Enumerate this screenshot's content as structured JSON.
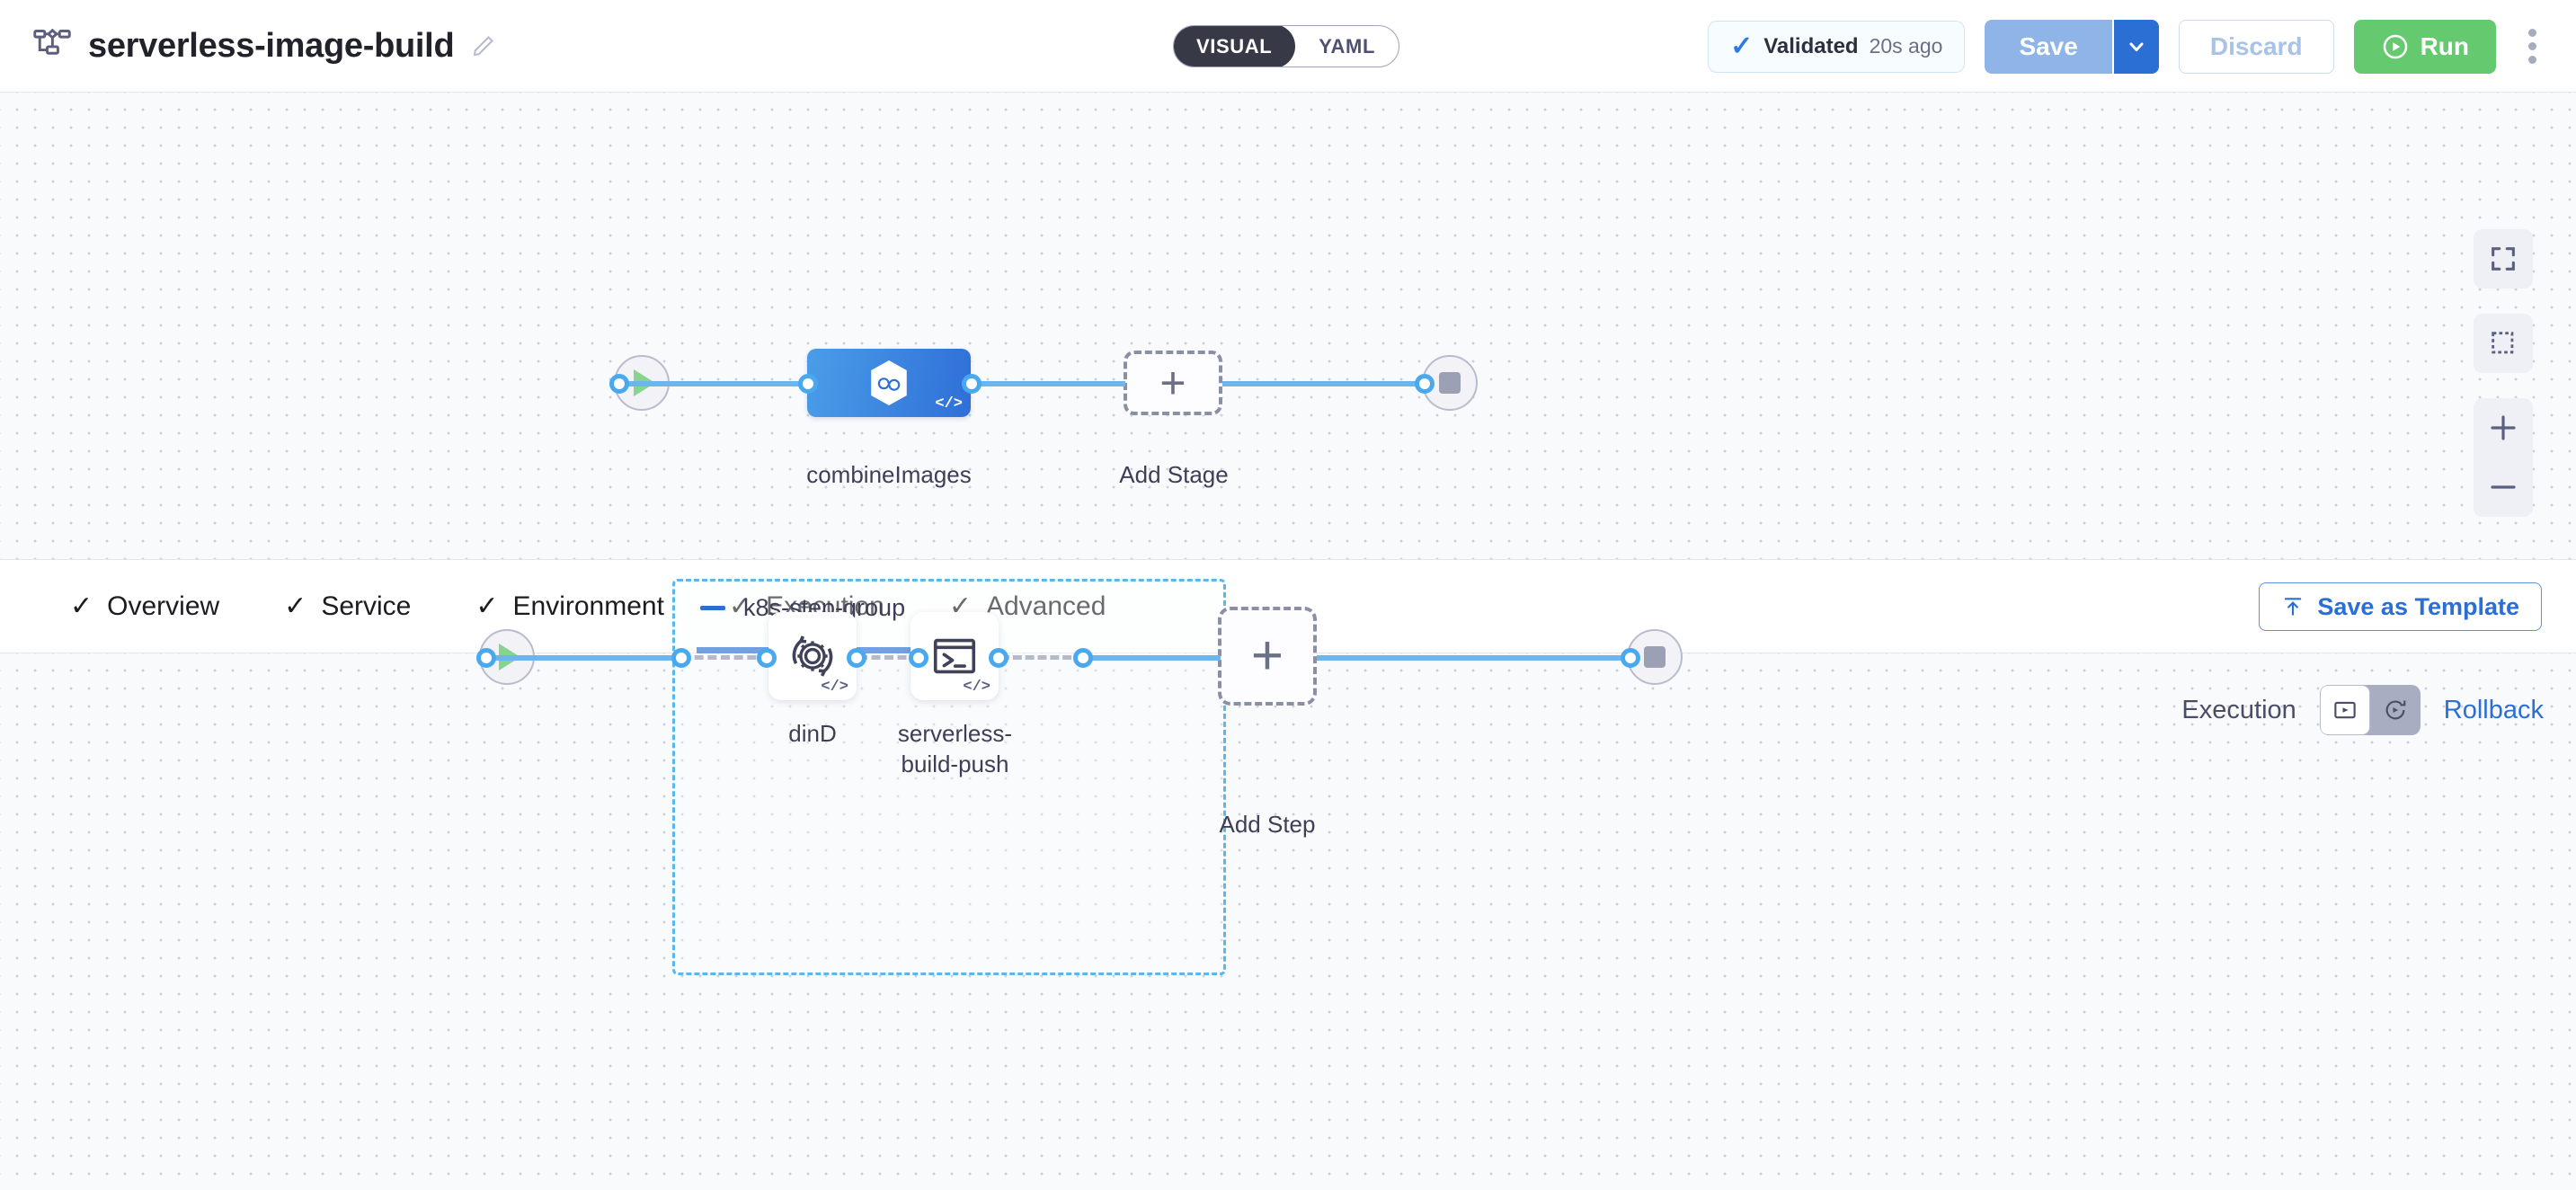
{
  "header": {
    "pipeline_icon": "pipeline-icon",
    "title": "serverless-image-build",
    "edit_icon": "pencil-icon",
    "view_toggle": {
      "options": [
        "VISUAL",
        "YAML"
      ],
      "selected": "VISUAL"
    },
    "validated": {
      "icon": "check-icon",
      "label": "Validated",
      "time": "20s ago"
    },
    "save": {
      "label": "Save",
      "caret_icon": "chevron-down-icon"
    },
    "discard": {
      "label": "Discard"
    },
    "run": {
      "label": "Run",
      "icon": "play-circle-icon"
    },
    "more": {
      "icon": "kebab-menu-icon"
    }
  },
  "canvas_controls": [
    {
      "name": "fullscreen",
      "icon": "fullscreen-icon"
    },
    {
      "name": "select-area",
      "icon": "dashed-square-icon"
    },
    {
      "name": "zoom-in",
      "icon": "plus-icon"
    },
    {
      "name": "zoom-out",
      "icon": "minus-icon"
    }
  ],
  "stage_graph": {
    "start_node": {
      "icon": "play-icon"
    },
    "end_node": {
      "icon": "stop-icon"
    },
    "stages": [
      {
        "label": "combineImages",
        "icon": "harness-hexagon-icon",
        "badge": "</>",
        "selected": true
      }
    ],
    "add_stage": {
      "label": "Add Stage",
      "icon": "plus-icon"
    }
  },
  "tabs": [
    {
      "label": "Overview",
      "check": "✓",
      "active": false
    },
    {
      "label": "Service",
      "check": "✓",
      "active": false
    },
    {
      "label": "Environment",
      "check": "✓",
      "active": false
    },
    {
      "label": "Execution",
      "check": "✓",
      "active": true
    },
    {
      "label": "Advanced",
      "check": "✓",
      "active": false
    }
  ],
  "save_as_template": {
    "label": "Save as Template",
    "icon": "template-upload-icon"
  },
  "exec_rollback": {
    "execution_label": "Execution",
    "rollback_label": "Rollback",
    "execution_icon": "execution-play-box-icon",
    "rollback_icon": "rollback-rotate-icon",
    "selected": "Execution"
  },
  "step_graph": {
    "start_node": {
      "icon": "play-icon"
    },
    "end_node": {
      "icon": "stop-icon"
    },
    "step_group": {
      "title": "k8s-step-group",
      "collapse_icon": "minus-icon",
      "steps": [
        {
          "label": "dinD",
          "icon": "gear-rotate-icon",
          "badge": "</>"
        },
        {
          "label": "serverless-\nbuild-push",
          "icon": "terminal-icon",
          "badge": "</>"
        }
      ]
    },
    "add_step": {
      "label": "Add Step",
      "icon": "plus-icon"
    }
  },
  "colors": {
    "accent_blue": "#2b6fd4",
    "edge_blue": "#6cb6ef",
    "stage_gradient_from": "#4a9de8",
    "stage_gradient_to": "#2f6fd8",
    "run_green": "#65ca6f",
    "canvas_bg": "#f9fafc",
    "group_border": "#5bb7ea"
  }
}
